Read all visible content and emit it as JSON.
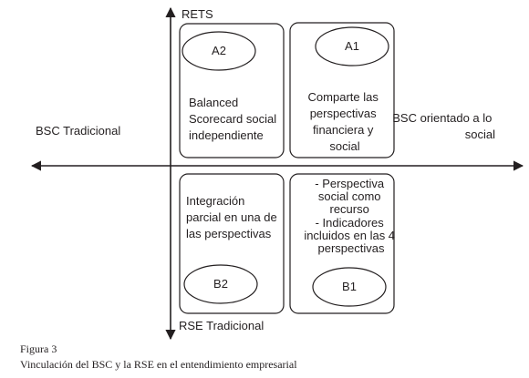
{
  "axes": {
    "top": "RETS",
    "bottom": "RSE Tradicional",
    "left": "BSC Tradicional",
    "right": [
      "BSC orientado a lo",
      "social"
    ]
  },
  "quadrants": {
    "top_left": {
      "oval": "A2",
      "text": [
        "Balanced",
        "Scorecard social",
        "independiente"
      ]
    },
    "top_right": {
      "oval": "A1",
      "text": [
        "Comparte las",
        "perspectivas",
        "financiera y",
        "social"
      ]
    },
    "bottom_left": {
      "oval": "B2",
      "text": [
        "Integración",
        "parcial en una de",
        "las perspectivas"
      ]
    },
    "bottom_right": {
      "oval": "B1",
      "text": [
        "- Perspectiva",
        "social como",
        "recurso",
        "- Indicadores",
        "incluidos en las 4",
        "perspectivas"
      ]
    }
  },
  "caption": {
    "figure": "Figura 3",
    "title": "Vinculación del BSC y la RSE en el entendimiento empresarial"
  }
}
